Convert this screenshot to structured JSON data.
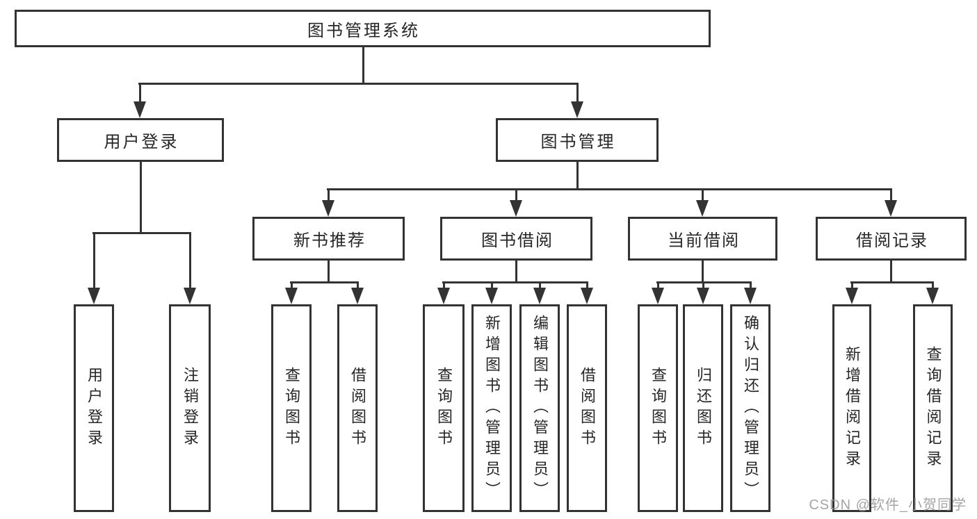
{
  "diagram": {
    "type": "hierarchy-flowchart",
    "title": "图书管理系统",
    "colors": {
      "line": "#333333",
      "text": "#262626",
      "box_background": "#ffffff",
      "watermark": "#9b9b9b"
    },
    "tree": {
      "label": "图书管理系统",
      "children": [
        {
          "label": "用户登录",
          "children": [
            {
              "label": "用户登录"
            },
            {
              "label": "注销登录"
            }
          ]
        },
        {
          "label": "图书管理",
          "children": [
            {
              "label": "新书推荐",
              "children": [
                {
                  "label": "查询图书"
                },
                {
                  "label": "借阅图书"
                }
              ]
            },
            {
              "label": "图书借阅",
              "children": [
                {
                  "label": "查询图书"
                },
                {
                  "label": "新增图书（管理员）"
                },
                {
                  "label": "编辑图书（管理员）"
                },
                {
                  "label": "借阅图书"
                }
              ]
            },
            {
              "label": "当前借阅",
              "children": [
                {
                  "label": "查询图书"
                },
                {
                  "label": "归还图书"
                },
                {
                  "label": "确认归还（管理员）"
                }
              ]
            },
            {
              "label": "借阅记录",
              "children": [
                {
                  "label": "新增借阅记录"
                },
                {
                  "label": "查询借阅记录"
                }
              ]
            }
          ]
        }
      ]
    },
    "watermark": "CSDN @软件_小贺同学"
  }
}
